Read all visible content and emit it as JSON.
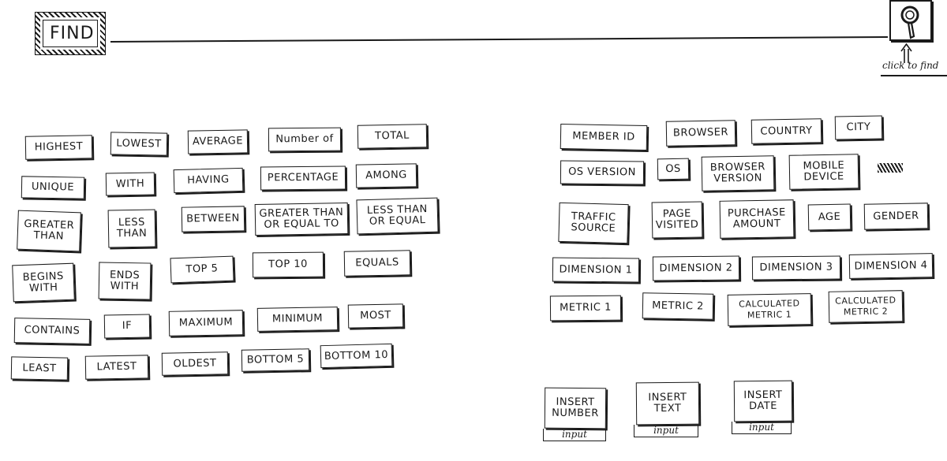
{
  "header": {
    "find_label": "FIND",
    "search_icon": "magnifier-icon",
    "hint": "click to find"
  },
  "operators": [
    {
      "label": "HIGHEST"
    },
    {
      "label": "LOWEST"
    },
    {
      "label": "AVERAGE"
    },
    {
      "label": "Number of"
    },
    {
      "label": "TOTAL"
    },
    {
      "label": "UNIQUE"
    },
    {
      "label": "WITH"
    },
    {
      "label": "HAVING"
    },
    {
      "label": "PERCENTAGE"
    },
    {
      "label": "AMONG"
    },
    {
      "label": "GREATER\nTHAN"
    },
    {
      "label": "LESS\nTHAN"
    },
    {
      "label": "BETWEEN"
    },
    {
      "label": "GREATER THAN\nOR EQUAL TO"
    },
    {
      "label": "LESS THAN\nOR EQUAL"
    },
    {
      "label": "BEGINS\nWITH"
    },
    {
      "label": "ENDS\nWITH"
    },
    {
      "label": "TOP 5"
    },
    {
      "label": "TOP 10"
    },
    {
      "label": "EQUALS"
    },
    {
      "label": "CONTAINS"
    },
    {
      "label": "IF"
    },
    {
      "label": "MAXIMUM"
    },
    {
      "label": "MINIMUM"
    },
    {
      "label": "MOST"
    },
    {
      "label": "LEAST"
    },
    {
      "label": "LATEST"
    },
    {
      "label": "OLDEST"
    },
    {
      "label": "BOTTOM 5"
    },
    {
      "label": "BOTTOM 10"
    }
  ],
  "fields": [
    {
      "label": "MEMBER ID"
    },
    {
      "label": "BROWSER"
    },
    {
      "label": "COUNTRY"
    },
    {
      "label": "CITY"
    },
    {
      "label": "OS VERSION"
    },
    {
      "label": "OS"
    },
    {
      "label": "BROWSER\nVERSION"
    },
    {
      "label": "MOBILE\nDEVICE"
    },
    {
      "label": "TRAFFIC\nSOURCE"
    },
    {
      "label": "PAGE\nVISITED"
    },
    {
      "label": "PURCHASE\nAMOUNT"
    },
    {
      "label": "AGE"
    },
    {
      "label": "GENDER"
    },
    {
      "label": "DIMENSION 1"
    },
    {
      "label": "DIMENSION 2"
    },
    {
      "label": "DIMENSION 3"
    },
    {
      "label": "DIMENSION 4"
    },
    {
      "label": "METRIC 1"
    },
    {
      "label": "METRIC 2"
    },
    {
      "label": "CALCULATED\nMETRIC 1"
    },
    {
      "label": "CALCULATED\nMETRIC 2"
    }
  ],
  "inputs": [
    {
      "label": "INSERT\nNUMBER",
      "sub": "input"
    },
    {
      "label": "INSERT\nTEXT",
      "sub": "input"
    },
    {
      "label": "INSERT\nDATE",
      "sub": "input"
    }
  ]
}
